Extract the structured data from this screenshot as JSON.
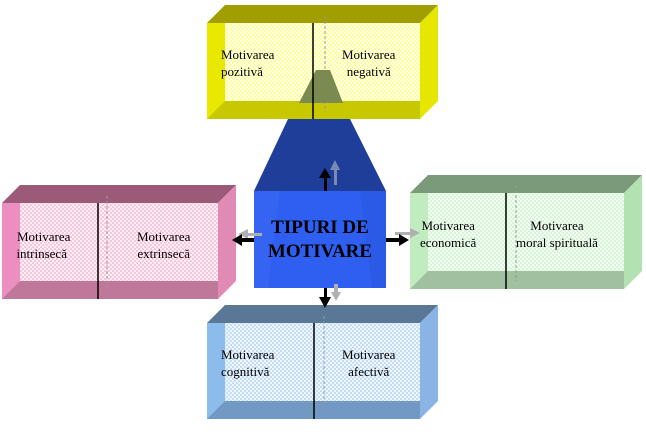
{
  "diagram": {
    "center": {
      "line1": "TIPURI DE",
      "line2": "MOTIVARE",
      "color": "#2f5ff0"
    },
    "boxes": {
      "top": {
        "left": {
          "line1": "Motivarea",
          "line2": "pozitivă"
        },
        "right": {
          "line1": "Motivarea",
          "line2": "negativă"
        },
        "color": "#ffff66"
      },
      "left": {
        "left": {
          "line1": "Motivarea",
          "line2": "intrinsecă"
        },
        "right": {
          "line1": "Motivarea",
          "line2": "extrinsecă"
        },
        "color": "#f4aacc"
      },
      "right": {
        "left": {
          "line1": "Motivarea",
          "line2": "economică"
        },
        "right": {
          "line1": "Motivarea",
          "line2": "moral spirituală"
        },
        "color": "#c8f0c8"
      },
      "bottom": {
        "left": {
          "line1": "Motivarea",
          "line2": "cognitivă"
        },
        "right": {
          "line1": "Motivarea",
          "line2": "afectivă"
        },
        "color": "#9cc4f0"
      }
    }
  }
}
